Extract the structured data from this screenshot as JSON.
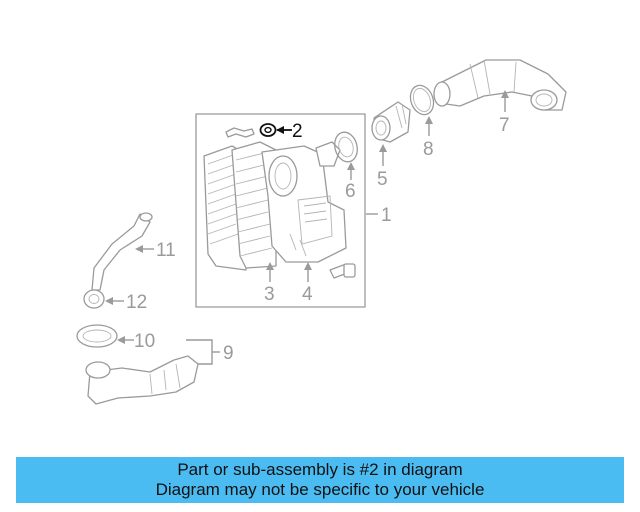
{
  "diagram": {
    "callouts": [
      {
        "id": "1",
        "label": "1"
      },
      {
        "id": "2",
        "label": "2",
        "highlighted": true
      },
      {
        "id": "3",
        "label": "3"
      },
      {
        "id": "4",
        "label": "4"
      },
      {
        "id": "5",
        "label": "5"
      },
      {
        "id": "6",
        "label": "6"
      },
      {
        "id": "7",
        "label": "7"
      },
      {
        "id": "8",
        "label": "8"
      },
      {
        "id": "9",
        "label": "9"
      },
      {
        "id": "10",
        "label": "10"
      },
      {
        "id": "11",
        "label": "11"
      },
      {
        "id": "12",
        "label": "12"
      }
    ],
    "colors": {
      "line": "#9a9a9a",
      "highlight": "#111111"
    }
  },
  "banner": {
    "line1": "Part or sub-assembly is #2 in diagram",
    "line2": "Diagram may not be specific to your vehicle",
    "background": "#4bbcf2"
  }
}
